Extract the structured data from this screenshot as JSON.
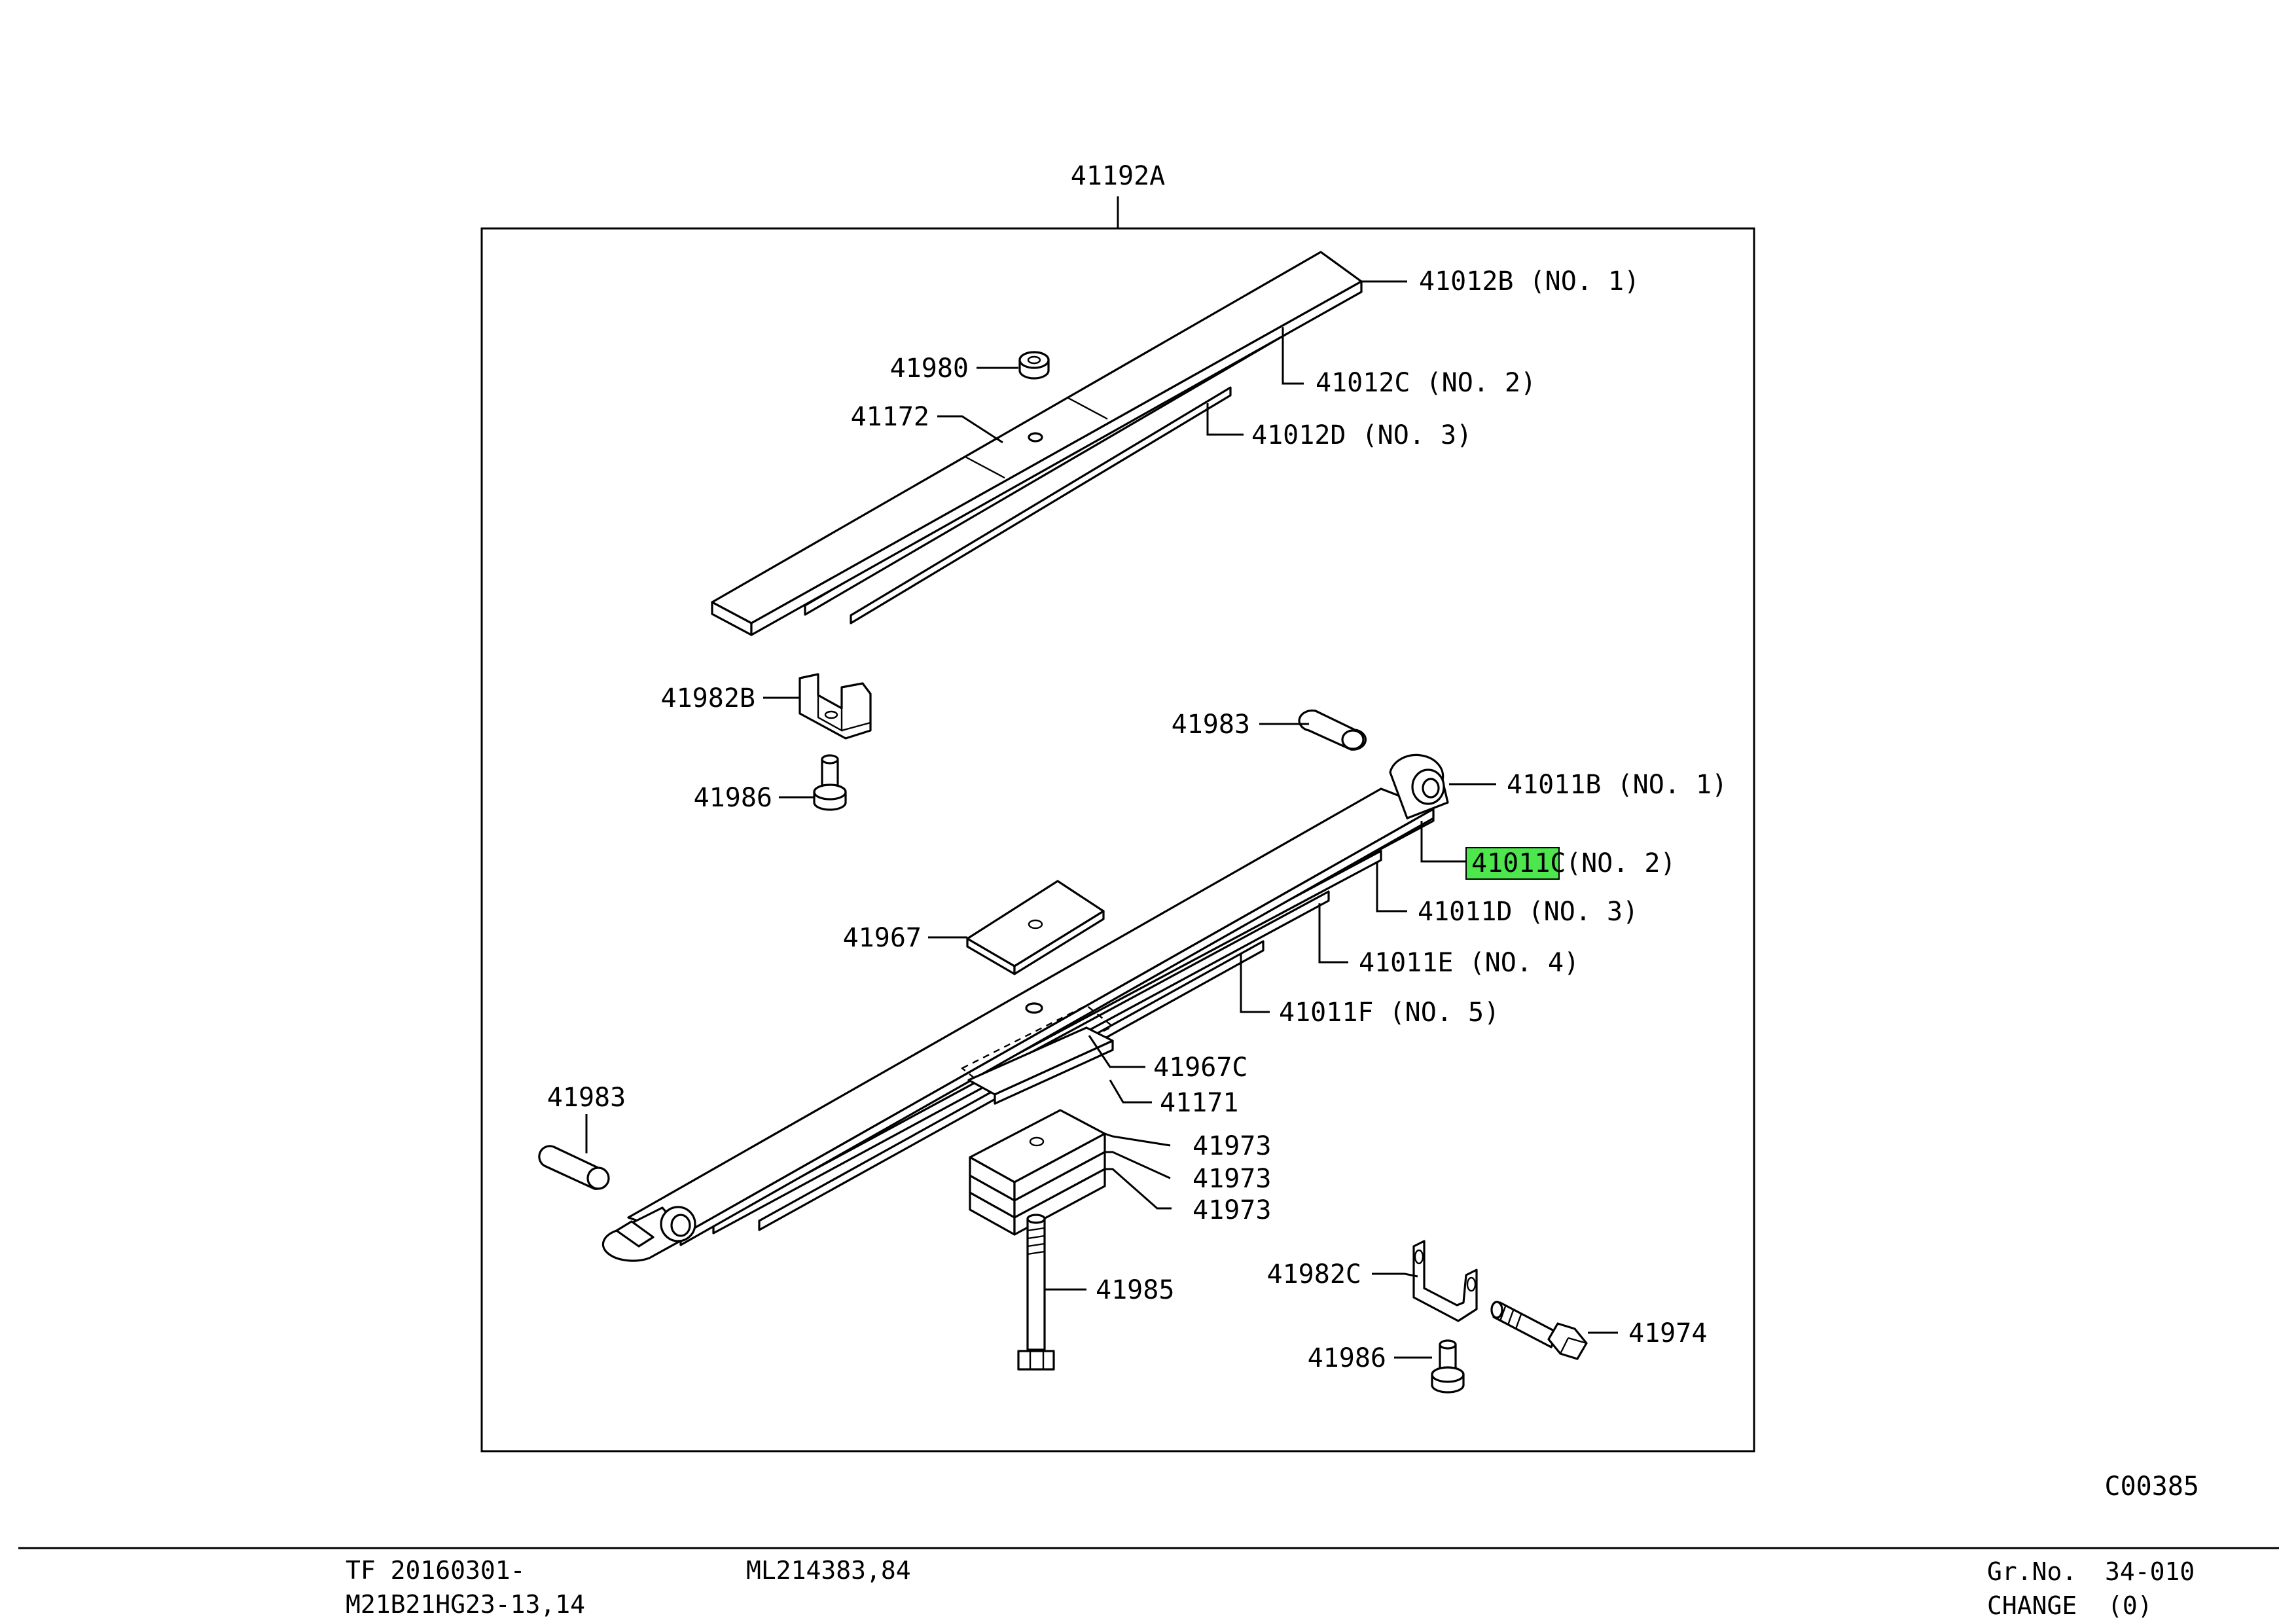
{
  "assembly_label": "41192A",
  "diagram_code": "C00385",
  "highlight_color": "#4de64d",
  "callouts": {
    "p41012B": {
      "code": "41012B",
      "note": "(NO. 1)"
    },
    "p41012C": {
      "code": "41012C",
      "note": "(NO. 2)"
    },
    "p41012D": {
      "code": "41012D",
      "note": "(NO. 3)"
    },
    "p41980": {
      "code": "41980"
    },
    "p41172": {
      "code": "41172"
    },
    "p41982B": {
      "code": "41982B"
    },
    "p41986a": {
      "code": "41986"
    },
    "p41983a": {
      "code": "41983"
    },
    "p41011B": {
      "code": "41011B",
      "note": "(NO. 1)"
    },
    "p41011C": {
      "code": "41011C",
      "note": "(NO. 2)"
    },
    "p41011D": {
      "code": "41011D",
      "note": "(NO. 3)"
    },
    "p41011E": {
      "code": "41011E",
      "note": "(NO. 4)"
    },
    "p41011F": {
      "code": "41011F",
      "note": "(NO. 5)"
    },
    "p41967": {
      "code": "41967"
    },
    "p41967C": {
      "code": "41967C"
    },
    "p41171": {
      "code": "41171"
    },
    "p41983b": {
      "code": "41983"
    },
    "p41973a": {
      "code": "41973"
    },
    "p41973b": {
      "code": "41973"
    },
    "p41973c": {
      "code": "41973"
    },
    "p41985": {
      "code": "41985"
    },
    "p41982C": {
      "code": "41982C"
    },
    "p41974": {
      "code": "41974"
    },
    "p41986b": {
      "code": "41986"
    }
  },
  "footer": {
    "tf_line1": "TF 20160301-",
    "tf_line2": "M21B21HG23-13,14",
    "model": "ML214383,84",
    "gr_label": "Gr.No.",
    "gr_value": "34-010",
    "change_label": "CHANGE",
    "change_value": "(0)"
  }
}
